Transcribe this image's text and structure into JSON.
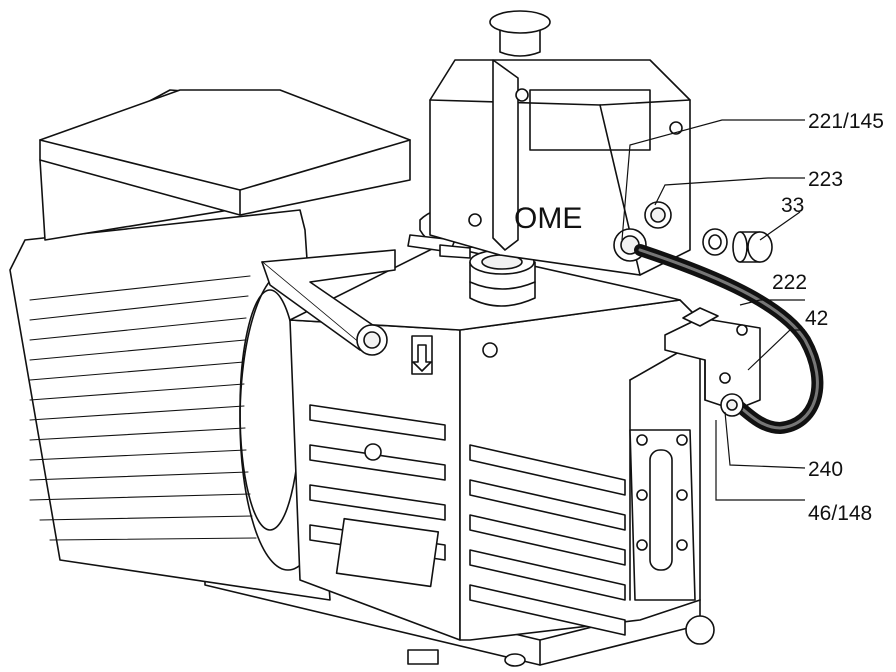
{
  "brand_label": "OME",
  "callouts": [
    {
      "id": "221-145",
      "text": "221/145"
    },
    {
      "id": "223",
      "text": "223"
    },
    {
      "id": "33",
      "text": "33"
    },
    {
      "id": "222",
      "text": "222"
    },
    {
      "id": "42",
      "text": "42"
    },
    {
      "id": "240",
      "text": "240"
    },
    {
      "id": "46-148",
      "text": "46/148"
    }
  ]
}
